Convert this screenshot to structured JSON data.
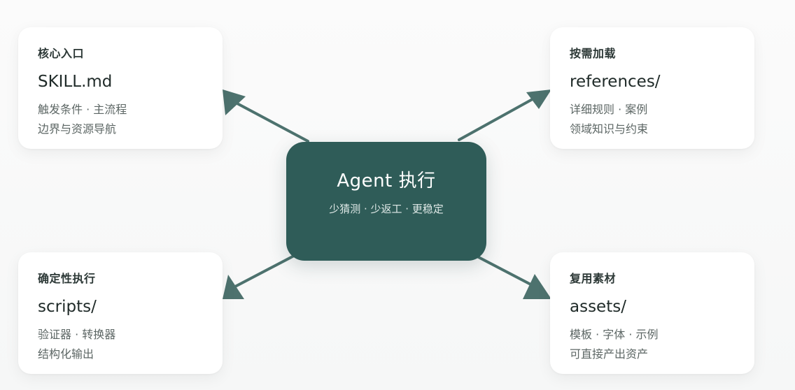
{
  "center": {
    "title": "Agent 执行",
    "subtitle": "少猜测 · 少返工 · 更稳定"
  },
  "cards": [
    {
      "title": "核心入口",
      "name": "SKILL.md",
      "lines": [
        "触发条件 · 主流程",
        "边界与资源导航"
      ]
    },
    {
      "title": "按需加载",
      "name": "references/",
      "lines": [
        "详细规则 · 案例",
        "领域知识与约束"
      ]
    },
    {
      "title": "确定性执行",
      "name": "scripts/",
      "lines": [
        "验证器 · 转换器",
        "结构化输出"
      ]
    },
    {
      "title": "复用素材",
      "name": "assets/",
      "lines": [
        "模板 · 字体 · 示例",
        "可直接产出资产"
      ]
    }
  ],
  "colors": {
    "accent": "#2f5c58",
    "connector": "#4d726e"
  }
}
